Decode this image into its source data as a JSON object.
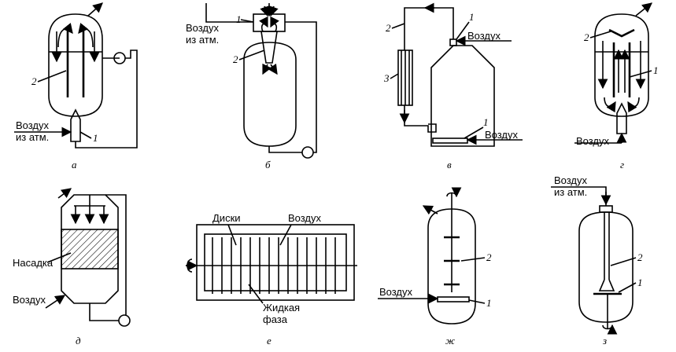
{
  "labels": {
    "air": "Воздух",
    "air_from_atm_line1": "Воздух",
    "air_from_atm_line2": "из атм.",
    "disks": "Диски",
    "packing": "Насадка",
    "liquid_line1": "Жидкая",
    "liquid_line2": "фаза",
    "n1": "1",
    "n2": "2",
    "n3": "3"
  },
  "captions": [
    "а",
    "б",
    "в",
    "г",
    "д",
    "е",
    "ж",
    "з"
  ]
}
